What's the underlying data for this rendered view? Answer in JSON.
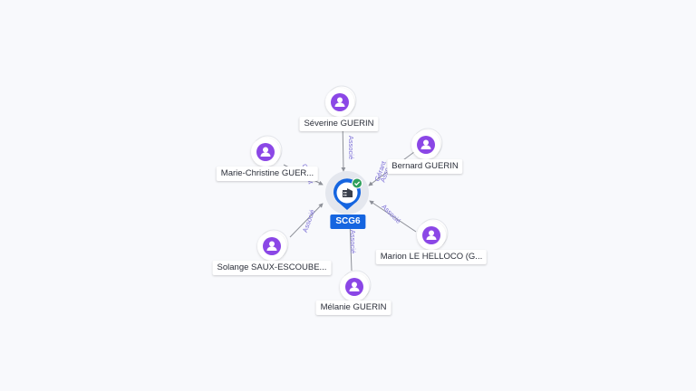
{
  "center": {
    "label": "SCG6",
    "icon": "building-icon",
    "status": "check-icon"
  },
  "nodes": [
    {
      "name": "Séverine GUERIN",
      "relation": "Associé",
      "icon": "person-icon"
    },
    {
      "name": "Marie-Christine GUER...",
      "relation": "Gérant",
      "icon": "person-icon"
    },
    {
      "name": "Bernard GUERIN",
      "relation": "Gérant",
      "relation2": "Asso",
      "icon": "person-icon"
    },
    {
      "name": "Solange SAUX-ESCOUBE...",
      "relation": "Associé",
      "icon": "person-icon"
    },
    {
      "name": "Marion LE HELLOCO (G...",
      "relation": "Associé",
      "icon": "person-icon"
    },
    {
      "name": "Mélanie GUERIN",
      "relation": "Associé",
      "icon": "person-icon"
    }
  ],
  "colors": {
    "accent": "#1565e0",
    "person": "#8b47e6",
    "edge": "#8e9199",
    "edge_label": "#7a6dd6",
    "check": "#2e9f5b"
  }
}
